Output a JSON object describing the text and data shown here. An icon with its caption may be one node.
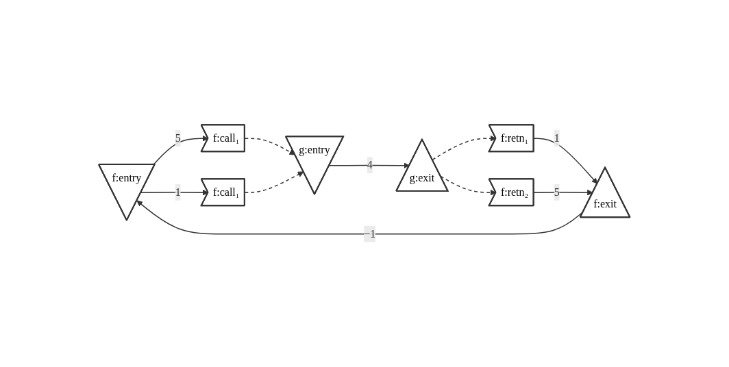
{
  "diagram": {
    "nodes": [
      {
        "text": [
          "f:entry"
        ]
      },
      {
        "text": [
          "f:call₁"
        ]
      },
      {
        "text": [
          "f:call₁"
        ]
      },
      {
        "text": [
          "g:entry"
        ]
      },
      {
        "text": [
          "g:exit"
        ]
      },
      {
        "text": [
          "f:retn₁"
        ]
      },
      {
        "text": [
          "f:retn₂"
        ]
      },
      {
        "text": [
          "f:exit"
        ]
      }
    ],
    "edges": [
      {
        "from": 0,
        "to": 1,
        "arrow": "to",
        "label": "5"
      },
      {
        "from": 0,
        "to": 2,
        "arrow": "to",
        "label": "1"
      },
      {
        "from": 1,
        "to": 3,
        "arrow": "to",
        "style": "dashed"
      },
      {
        "from": 2,
        "to": 3,
        "arrow": "to",
        "style": "dashed"
      },
      {
        "from": 3,
        "to": 4,
        "arrow": "to",
        "label": "4"
      },
      {
        "from": 4,
        "to": 5,
        "arrow": "to",
        "style": "dashed"
      },
      {
        "from": 4,
        "to": 6,
        "arrow": "to",
        "style": "dashed"
      },
      {
        "from": 5,
        "to": 7,
        "arrow": "to",
        "label": "1"
      },
      {
        "from": 6,
        "to": 7,
        "arrow": "to",
        "label": "5"
      },
      {
        "from": 7,
        "to": 0,
        "arrow": "to",
        "label": "−1"
      }
    ]
  }
}
